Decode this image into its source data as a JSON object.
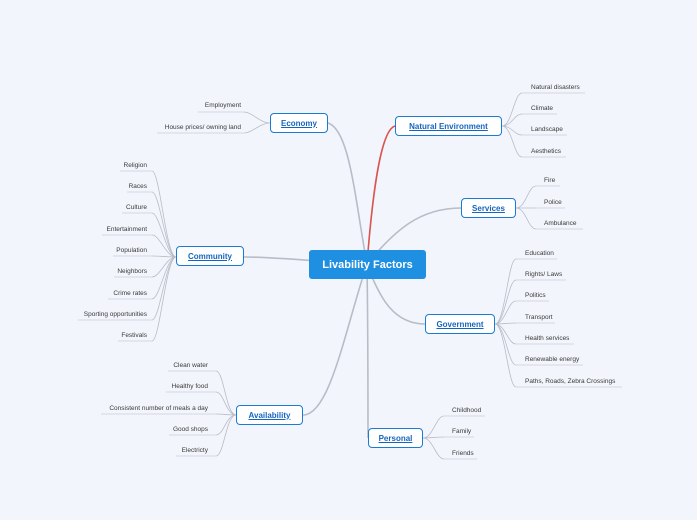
{
  "central": "Livability Factors",
  "topics": {
    "economy": {
      "label": "Economy",
      "items": [
        "Employment",
        "House prices/ owning land"
      ]
    },
    "natural_environment": {
      "label": "Natural Environment",
      "items": [
        "Natural disasters",
        "Climate",
        "Landscape",
        "Aesthetics"
      ]
    },
    "services": {
      "label": "Services",
      "items": [
        "Fire",
        "Police",
        "Ambulance"
      ]
    },
    "community": {
      "label": "Community",
      "items": [
        "Religion",
        "Races",
        "Culture",
        "Entertainment",
        "Population",
        "Neighbors",
        "Crime rates",
        "Sporting opportunities",
        "Festivals"
      ]
    },
    "government": {
      "label": "Government",
      "items": [
        "Education",
        "Rights/ Laws",
        "Politics",
        "Transport",
        "Health services",
        "Renewable energy",
        "Paths, Roads, Zebra Crossings"
      ]
    },
    "availability": {
      "label": "Availability",
      "items": [
        "Clean water",
        "Healthy food",
        "Consistent number of meals a day",
        "Good shops",
        "Electricty"
      ]
    },
    "personal": {
      "label": "Personal",
      "items": [
        "Childhood",
        "Family",
        "Friends"
      ]
    }
  },
  "colors": {
    "central": "#1e8fe1",
    "topic_border": "#1a7bd4",
    "topic_text": "#1565c0",
    "link": "#b8bcc8",
    "natural_link": "#d9534f",
    "background": "#f3f5fc"
  }
}
